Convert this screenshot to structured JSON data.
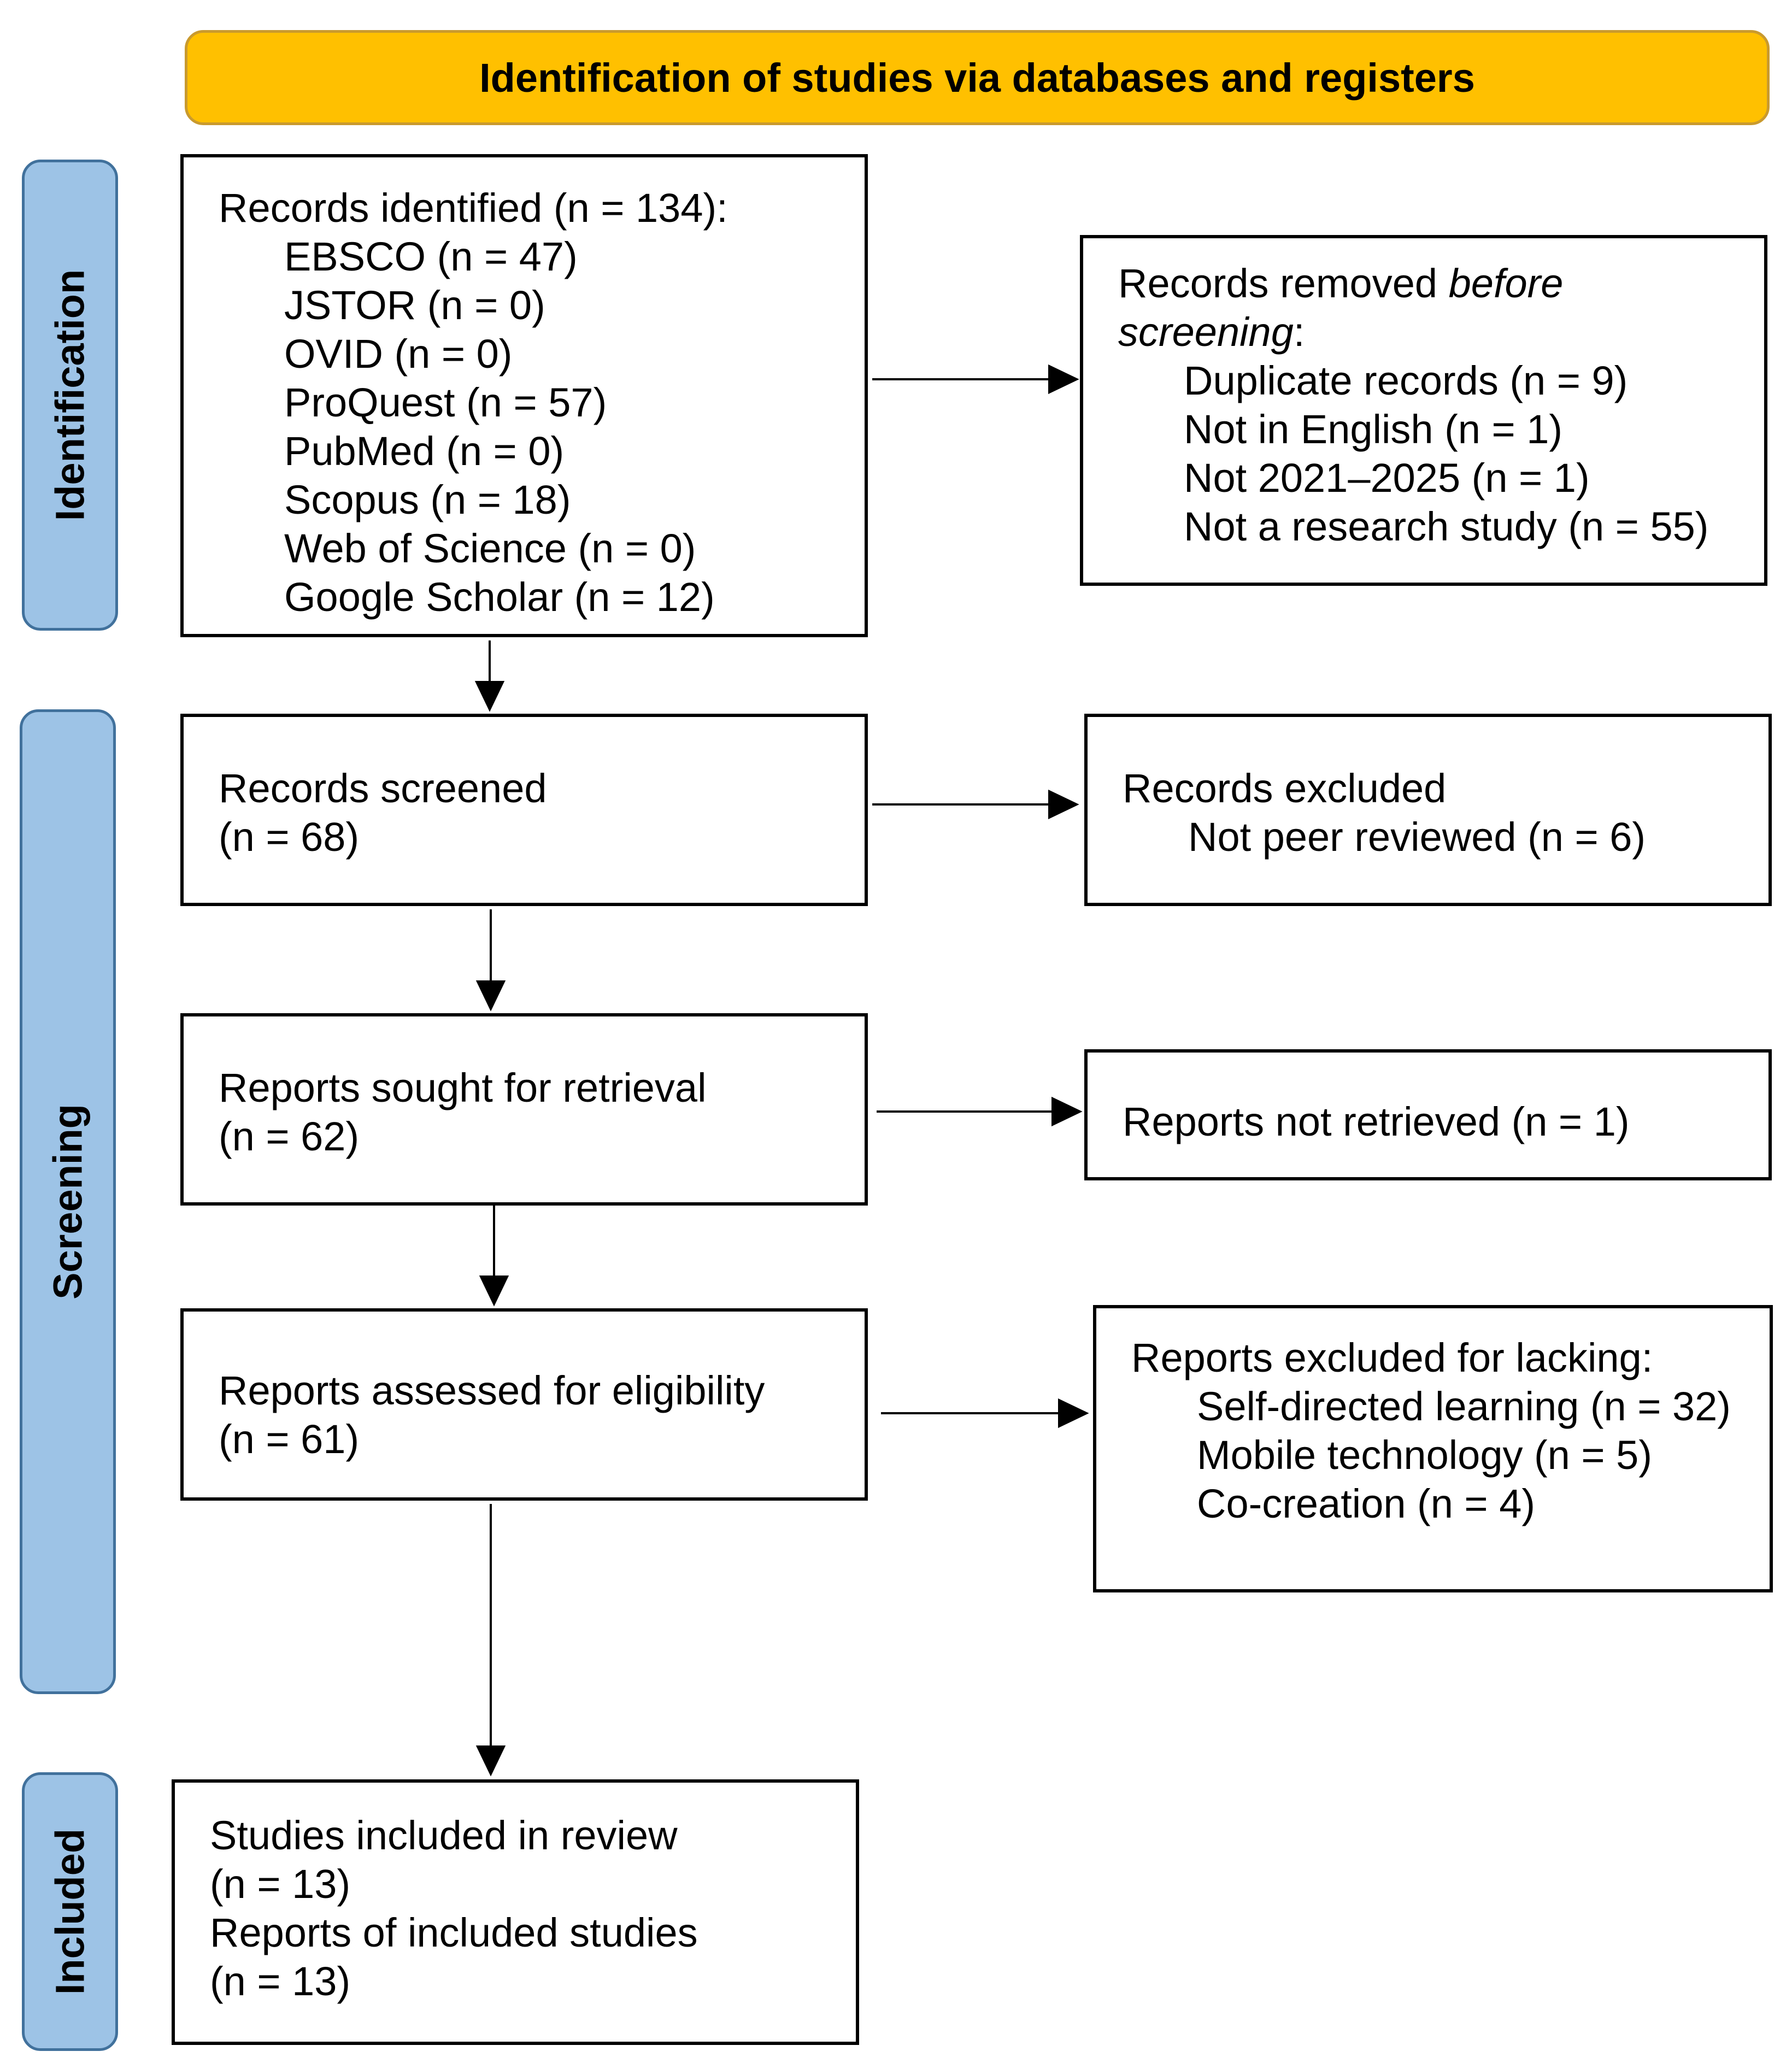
{
  "header": {
    "title": "Identification of studies via databases and registers"
  },
  "phases": {
    "identification": "Identification",
    "screening": "Screening",
    "included": "Included"
  },
  "identified": {
    "title": "Records identified (n = 134):",
    "sources": [
      "EBSCO (n = 47)",
      "JSTOR (n = 0)",
      "OVID (n = 0)",
      "ProQuest (n = 57)",
      "PubMed (n = 0)",
      "Scopus (n = 18)",
      "Web of Science (n = 0)",
      "Google Scholar (n = 12)"
    ]
  },
  "removed": {
    "title_start": "Records removed ",
    "title_italic_1": "before",
    "title_italic_2": "screening",
    "title_end": ":",
    "reasons": [
      "Duplicate records (n = 9)",
      "Not in English (n = 1)",
      "Not 2021–2025 (n = 1)",
      "Not a research study (n = 55)"
    ]
  },
  "screened": {
    "title": "Records screened",
    "count": "(n = 68)"
  },
  "excluded": {
    "title": "Records excluded",
    "reasons": [
      "Not peer reviewed (n = 6)"
    ]
  },
  "sought": {
    "title": "Reports sought for retrieval",
    "count": "(n = 62)"
  },
  "not_retrieved": {
    "title": "Reports not retrieved (n = 1)"
  },
  "assessed": {
    "title": "Reports assessed for eligibility",
    "count": "(n = 61)"
  },
  "excluded_lacking": {
    "title": "Reports excluded for lacking:",
    "reasons": [
      "Self-directed learning (n = 32)",
      "Mobile technology (n = 5)",
      "Co-creation (n = 4)"
    ]
  },
  "included": {
    "studies_title": "Studies included in review",
    "studies_count": "(n = 13)",
    "reports_title": "Reports of included studies",
    "reports_count": "(n = 13)"
  }
}
